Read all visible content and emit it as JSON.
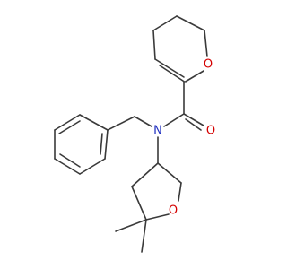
{
  "molecule": {
    "atoms": {
      "ring_oxygen": "O",
      "carbonyl_oxygen": "O",
      "amide_nitrogen": "N",
      "thf_oxygen": "O"
    },
    "colors": {
      "bond": "#3a3a3a",
      "oxygen": "#d40000",
      "nitrogen": "#2030c0"
    }
  }
}
